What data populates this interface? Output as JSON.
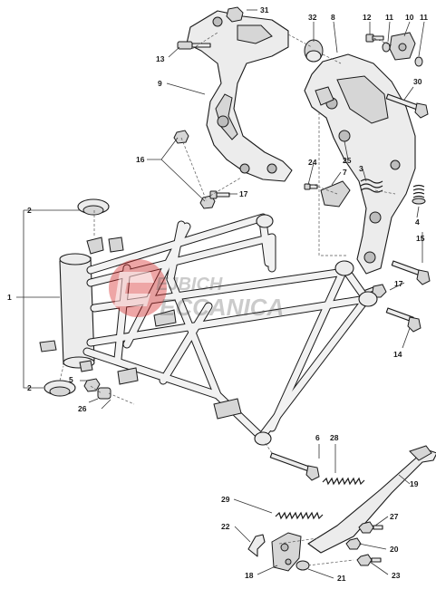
{
  "diagram": {
    "callouts": [
      "1",
      "2",
      "2",
      "3",
      "4",
      "5",
      "6",
      "7",
      "8",
      "9",
      "10",
      "11",
      "11",
      "12",
      "13",
      "14",
      "15",
      "16",
      "17",
      "17",
      "18",
      "19",
      "20",
      "21",
      "22",
      "23",
      "24",
      "25",
      "26",
      "27",
      "28",
      "29",
      "30",
      "31",
      "32"
    ]
  },
  "watermark": {
    "line1": "EJBICH",
    "line2": "ECCANICA",
    "colors": {
      "red": "#d62828",
      "gray": "#3a3a3a"
    }
  }
}
